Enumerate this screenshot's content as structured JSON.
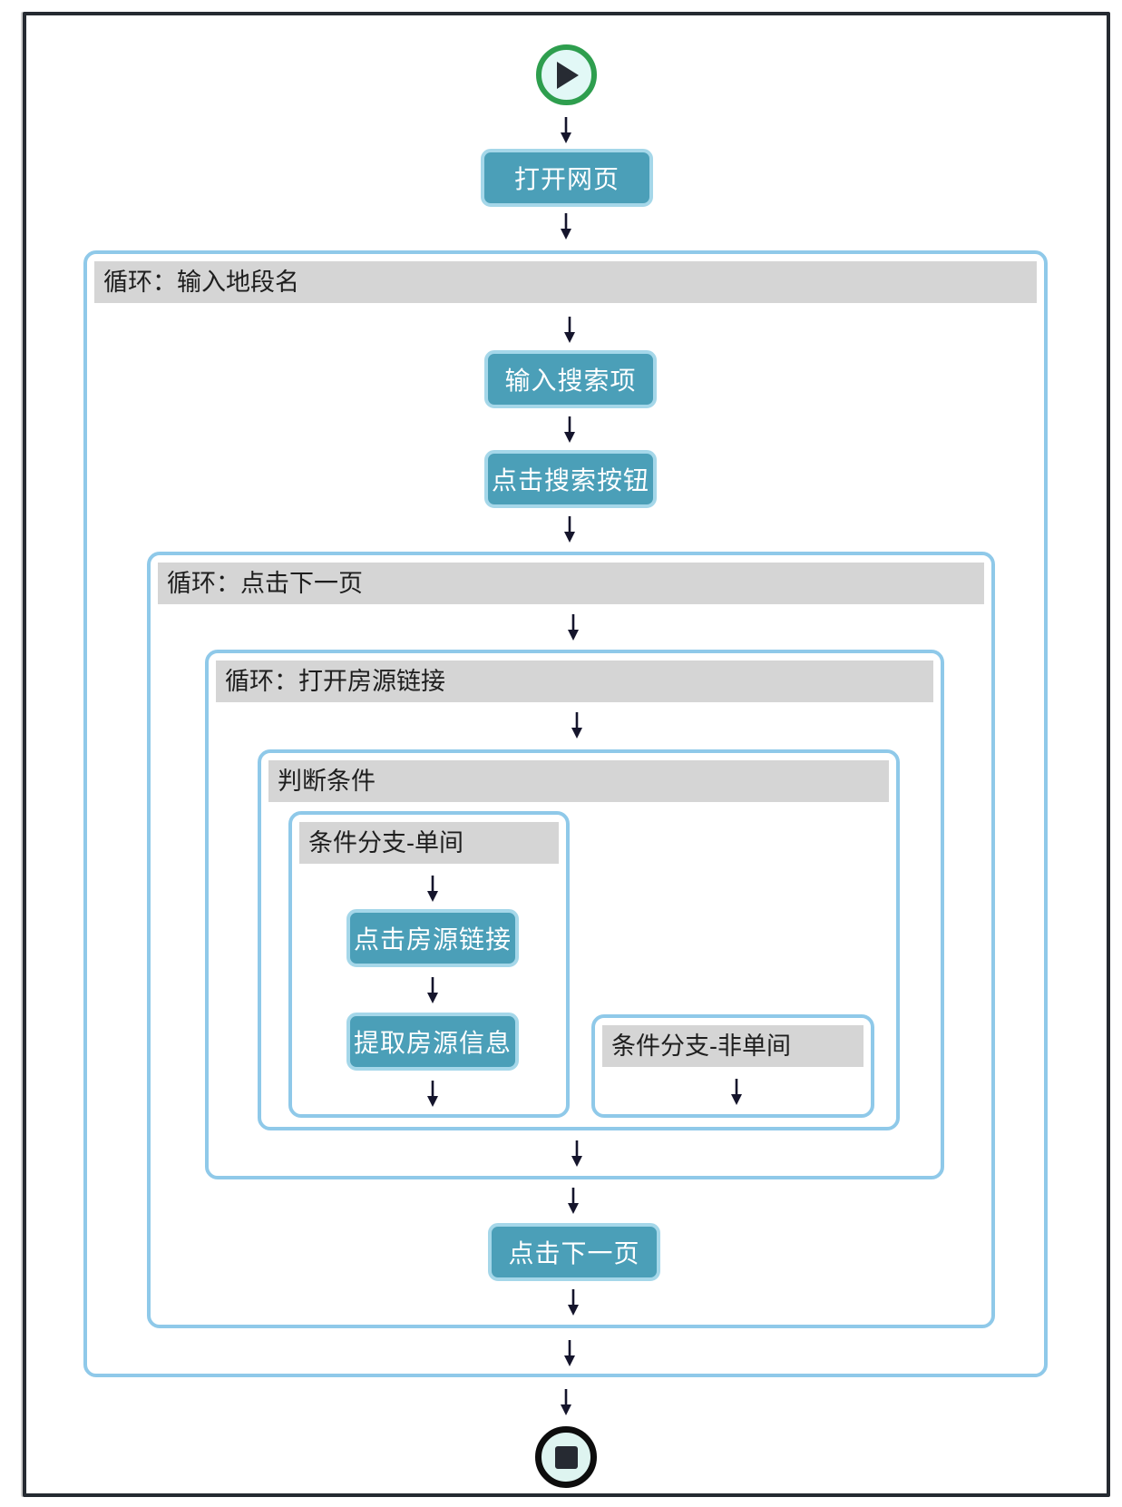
{
  "palette": {
    "button_fill": "#4b9fb8",
    "button_border": "#a5d7e9",
    "container_border": "#8fc9e9",
    "header_bg": "#d5d5d5",
    "start_green": "#2e9e4e",
    "terminal_fill": "#e2f8f6",
    "frame_dark": "#252a31",
    "arrow_dark": "#15152c"
  },
  "terminals": {
    "start_icon": "play-icon",
    "end_icon": "stop-icon"
  },
  "nodes": {
    "open_webpage": "打开网页",
    "input_search": "输入搜索项",
    "click_search": "点击搜索按钮",
    "click_listing": "点击房源链接",
    "extract_info": "提取房源信息",
    "click_next_page": "点击下一页"
  },
  "containers": {
    "loop_input_location": "循环：输入地段名",
    "loop_click_next": "循环：点击下一页",
    "loop_open_listing": "循环：打开房源链接",
    "condition": "判断条件",
    "branch_single_room": "条件分支-单间",
    "branch_not_single_room": "条件分支-非单间"
  }
}
